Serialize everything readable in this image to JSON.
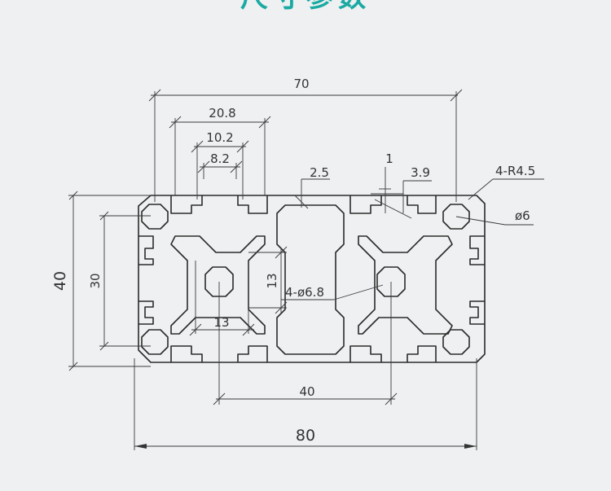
{
  "title": "尺寸参数",
  "dimensions": {
    "d70": "70",
    "d20_8": "20.8",
    "d10_2": "10.2",
    "d8_2": "8.2",
    "d2_5": "2.5",
    "d1": "1",
    "d3_9": "3.9",
    "r4_5": "4-R4.5",
    "phi6": "ø6",
    "d40v": "40",
    "d30": "30",
    "d13v": "13",
    "phi6_8": "4-ø6.8",
    "d13h": "13",
    "d40h": "40",
    "d80": "80"
  },
  "colors": {
    "title": "#1aa9a3",
    "background": "#eef0f1",
    "line": "#2b2b2b"
  }
}
